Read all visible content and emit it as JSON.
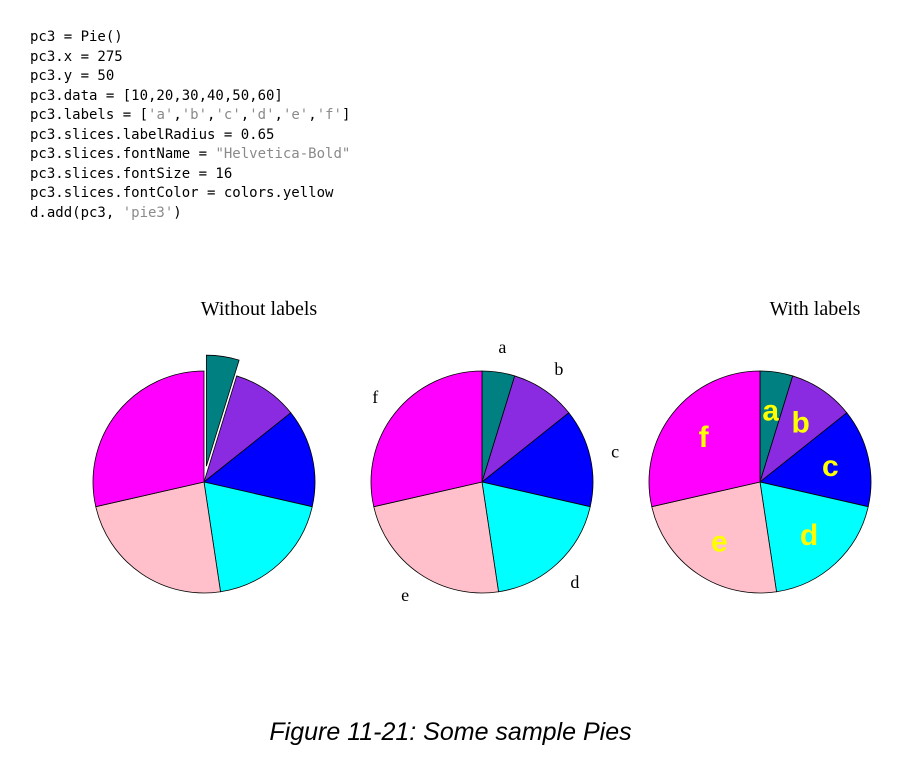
{
  "code": {
    "lines": [
      [
        {
          "t": "pc3 = Pie()"
        }
      ],
      [
        {
          "t": "pc3.x = 275"
        }
      ],
      [
        {
          "t": "pc3.y = 50"
        }
      ],
      [
        {
          "t": "pc3.data = [10,20,30,40,50,60]"
        }
      ],
      [
        {
          "t": "pc3.labels = ["
        },
        {
          "t": "'a'",
          "s": 1
        },
        {
          "t": ","
        },
        {
          "t": "'b'",
          "s": 1
        },
        {
          "t": ","
        },
        {
          "t": "'c'",
          "s": 1
        },
        {
          "t": ","
        },
        {
          "t": "'d'",
          "s": 1
        },
        {
          "t": ","
        },
        {
          "t": "'e'",
          "s": 1
        },
        {
          "t": ","
        },
        {
          "t": "'f'",
          "s": 1
        },
        {
          "t": "]"
        }
      ],
      [
        {
          "t": "pc3.slices.labelRadius = 0.65"
        }
      ],
      [
        {
          "t": "pc3.slices.fontName = "
        },
        {
          "t": "\"Helvetica-Bold\"",
          "s": 1
        }
      ],
      [
        {
          "t": "pc3.slices.fontSize = 16"
        }
      ],
      [
        {
          "t": "pc3.slices.fontColor = colors.yellow"
        }
      ],
      [
        {
          "t": "d.add(pc3, "
        },
        {
          "t": "'pie3'",
          "s": 1
        },
        {
          "t": ")"
        }
      ]
    ]
  },
  "chart_data": [
    {
      "type": "pie",
      "title": "Without labels",
      "values": [
        10,
        20,
        30,
        40,
        50,
        60
      ],
      "colors": [
        "#008080",
        "#8a2be2",
        "#0000ff",
        "#00ffff",
        "#ffc0cb",
        "#ff00ff"
      ],
      "popout_index": 0
    },
    {
      "type": "pie",
      "title": "",
      "values": [
        10,
        20,
        30,
        40,
        50,
        60
      ],
      "labels": [
        "a",
        "b",
        "c",
        "d",
        "e",
        "f"
      ],
      "colors": [
        "#008080",
        "#8a2be2",
        "#0000ff",
        "#00ffff",
        "#ffc0cb",
        "#ff00ff"
      ],
      "label_style": "outside"
    },
    {
      "type": "pie",
      "title": "With labels",
      "values": [
        10,
        20,
        30,
        40,
        50,
        60
      ],
      "labels": [
        "a",
        "b",
        "c",
        "d",
        "e",
        "f"
      ],
      "colors": [
        "#008080",
        "#8a2be2",
        "#0000ff",
        "#00ffff",
        "#ffc0cb",
        "#ff00ff"
      ],
      "label_style": "inside",
      "label_color": "#ffff00"
    }
  ],
  "caption": "Figure 11-21: Some sample Pies"
}
